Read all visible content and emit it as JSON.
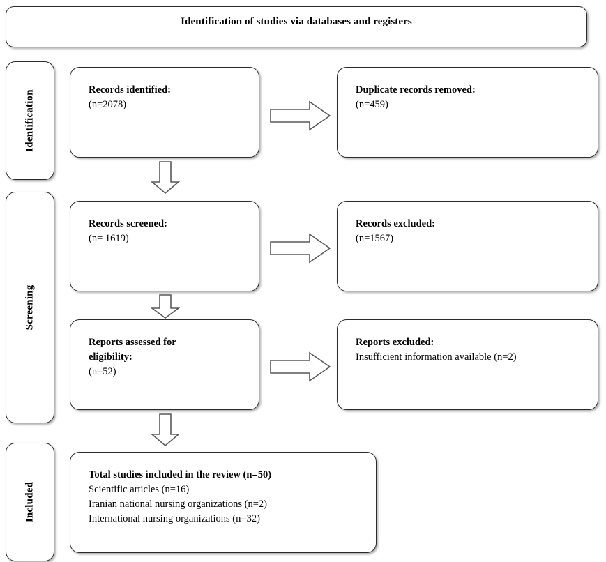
{
  "header": {
    "title": "Identification of studies via databases and registers"
  },
  "stages": [
    {
      "id": "identification",
      "label": "Identification"
    },
    {
      "id": "screening",
      "label": "Screening"
    },
    {
      "id": "included",
      "label": "Included"
    }
  ],
  "boxes": {
    "identified": {
      "title": "Records identified:",
      "count": "(n=2078)"
    },
    "duplicates": {
      "title": "Duplicate records removed:",
      "count": "(n=459)"
    },
    "screened": {
      "title": "Records screened:",
      "count": "(n= 1619)"
    },
    "excluded": {
      "title": "Records excluded:",
      "count": "(n=1567)"
    },
    "assessed": {
      "title_line1": "Reports assessed for",
      "title_line2": "eligibility:",
      "count": "(n=52)"
    },
    "reports_excluded": {
      "title": "Reports excluded:",
      "reason": "Insufficient information available (n=2)"
    },
    "total": {
      "title": "Total studies included in the review (n=50)",
      "item1": "Scientific articles (n=16)",
      "item2": "Iranian national nursing organizations (n=2)",
      "item3": "International nursing organizations (n=32)"
    }
  },
  "arrows": [
    {
      "id": "identified-to-duplicates",
      "direction": "right"
    },
    {
      "id": "screened-to-excluded",
      "direction": "right"
    },
    {
      "id": "assessed-to-reports-excluded",
      "direction": "right"
    },
    {
      "id": "identified-to-screened",
      "direction": "down"
    },
    {
      "id": "screened-to-assessed",
      "direction": "down"
    },
    {
      "id": "assessed-to-total",
      "direction": "down"
    }
  ],
  "colors": {
    "box_border": "#2b2b2b",
    "box_fill": "#ffffff",
    "arrow_outline": "#595959",
    "arrow_fill": "#ffffff",
    "text": "#000000"
  },
  "chart_data": {
    "type": "flowchart",
    "title": "Identification of studies via databases and registers",
    "nodes": [
      {
        "id": "identified",
        "stage": "Identification",
        "label": "Records identified:",
        "n": 2078
      },
      {
        "id": "duplicates",
        "stage": "Identification",
        "label": "Duplicate records removed:",
        "n": 459
      },
      {
        "id": "screened",
        "stage": "Screening",
        "label": "Records screened:",
        "n": 1619
      },
      {
        "id": "excluded",
        "stage": "Screening",
        "label": "Records excluded:",
        "n": 1567
      },
      {
        "id": "assessed",
        "stage": "Screening",
        "label": "Reports assessed for eligibility:",
        "n": 52
      },
      {
        "id": "reports_excluded",
        "stage": "Screening",
        "label": "Reports excluded: Insufficient information available",
        "n": 2
      },
      {
        "id": "total",
        "stage": "Included",
        "label": "Total studies included in the review",
        "n": 50,
        "breakdown": [
          {
            "label": "Scientific articles",
            "n": 16
          },
          {
            "label": "Iranian national nursing organizations",
            "n": 2
          },
          {
            "label": "International nursing organizations",
            "n": 32
          }
        ]
      }
    ],
    "edges": [
      {
        "from": "identified",
        "to": "duplicates"
      },
      {
        "from": "identified",
        "to": "screened"
      },
      {
        "from": "screened",
        "to": "excluded"
      },
      {
        "from": "screened",
        "to": "assessed"
      },
      {
        "from": "assessed",
        "to": "reports_excluded"
      },
      {
        "from": "assessed",
        "to": "total"
      }
    ]
  }
}
